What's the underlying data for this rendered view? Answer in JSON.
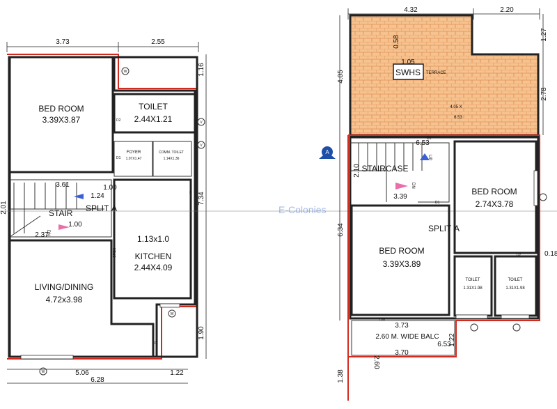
{
  "colors": {
    "outline": "#d42a1e",
    "terrace_fill": "#f6c28f",
    "terrace_grid": "#d67a3c",
    "arrow_blue": "#3b5fd8",
    "arrow_pink": "#e86fa8",
    "north_marker": "#1e4fa8"
  },
  "left_plan": {
    "dims_top": [
      "3.73",
      "2.55"
    ],
    "dims_bottom": [
      "5.06",
      "1.22",
      "6.28"
    ],
    "dims_right": [
      "1.16",
      "7.34",
      "1.90"
    ],
    "dims_left": [
      "2.01"
    ],
    "bedroom": {
      "name": "BED ROOM",
      "size": "3.39X3.87"
    },
    "toilet": {
      "name": "TOILET",
      "size": "2.44X1.21"
    },
    "foyer": {
      "name": "FOYER",
      "size": "1.07X1.47"
    },
    "comm_toilet": {
      "name": "COMM. TOILET",
      "size": "1.14X1.36"
    },
    "stair": {
      "name": "STAIR",
      "dn": "DN",
      "dim_a": "3.61",
      "dim_b": "1.24",
      "dim_c": "1.00",
      "dim_d": "1.00",
      "dim_e": "2.37"
    },
    "split_label": "SPLIT",
    "split_letter": "A",
    "kitchen": {
      "top": "1.13x1.0",
      "name": "KITCHEN",
      "size": "2.44X4.09",
      "open": "OPEN"
    },
    "living": {
      "name": "LIVING/DINING",
      "size": "4.72x3.98"
    },
    "door_d1": "D1",
    "door_d2": "D2",
    "door_d": "D",
    "mark_w": "W",
    "mark_v": "V"
  },
  "right_plan": {
    "dims_top": [
      "4.32",
      "2.20"
    ],
    "dims_right": [
      "1.27",
      "2.78",
      "0.18"
    ],
    "dims_left": [
      "4.05",
      "6.34",
      "1.38"
    ],
    "terrace": {
      "swhs": "SWHS",
      "label": "TERRACE",
      "dim_h": "1.05",
      "dim_v": "0.58",
      "size_a": "4.05 X",
      "size_b": "6.53"
    },
    "staircase": {
      "name": "STAIRCASE",
      "up": "UP",
      "dn": "DN",
      "dim_top": "6.53",
      "dim_w": "2.10",
      "dim_b": "3.39"
    },
    "bedroom1": {
      "name": "BED ROOM",
      "size": "2.74X3.78"
    },
    "bedroom2": {
      "name": "BED ROOM",
      "size": "3.39X3.89"
    },
    "split_label": "SPLIT",
    "split_letter": "A",
    "toilet1": {
      "name": "TOILET",
      "size": "1.31X1.98"
    },
    "toilet2": {
      "name": "TOILET",
      "size": "1.31X1.98"
    },
    "balcony": {
      "label": "2.60 M. WIDE BALC",
      "dim_a": "3.73",
      "dim_b": "6.53",
      "dim_c": "3.70",
      "dim_d": "2.60",
      "dim_e": "1.22",
      "dw": "DW"
    },
    "door_d1": "D1",
    "door_d2": "D2",
    "north": "A"
  },
  "watermark": "E-Colonies"
}
